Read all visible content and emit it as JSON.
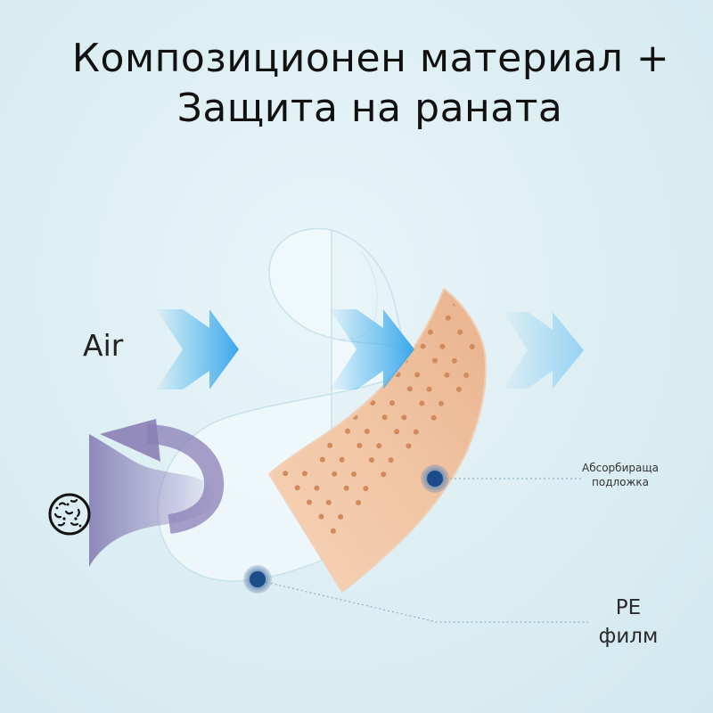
{
  "title": {
    "line1": "Композиционен материал +",
    "line2": "Защита на раната"
  },
  "labels": {
    "air": "Air",
    "absorbent_layer": "Абсорбираща подложка",
    "pe_film_line1": "PE",
    "pe_film_line2": "филм"
  },
  "icons": {
    "bacteria": "bacteria-icon",
    "airflow": "arrow-right-icon",
    "blocked": "curved-return-arrow-icon"
  },
  "colors": {
    "background": "#d6ebf1",
    "pad": "#f0c3a0",
    "pad_dots": "#d08a5c",
    "film": "#eef7fb",
    "air_arrow": "#4fb4ee",
    "block_arrow": "#8a7fb5",
    "marker": "#1f4f8f"
  }
}
